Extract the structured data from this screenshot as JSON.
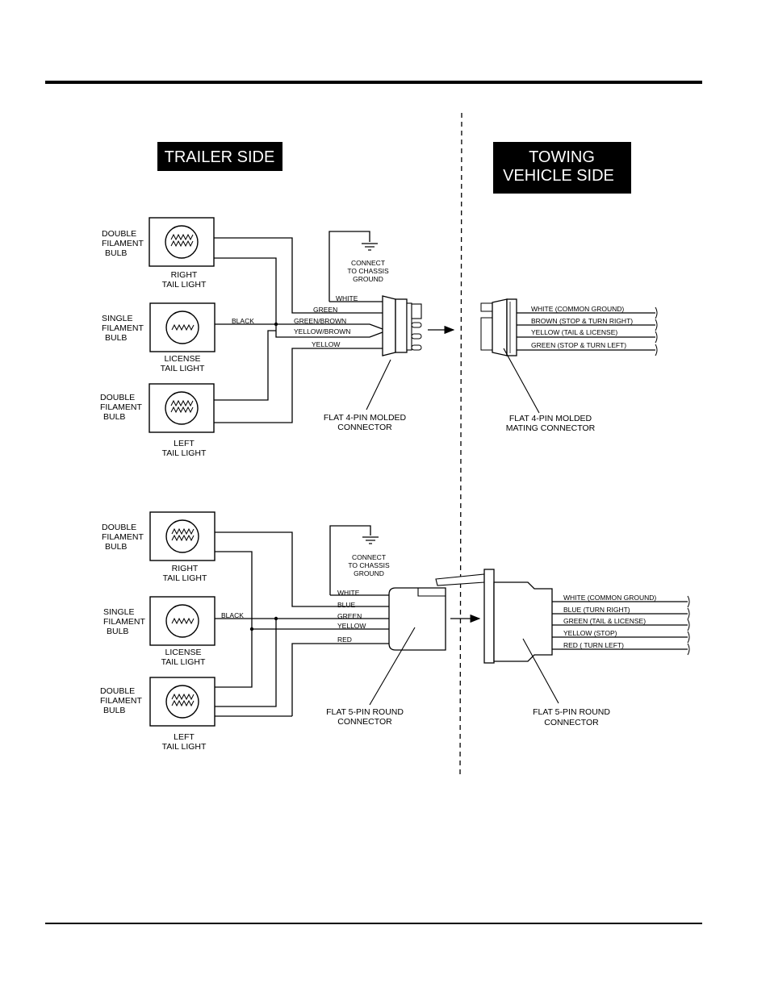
{
  "headers": {
    "trailer_side": "TRAILER SIDE",
    "towing_line1": "TOWING",
    "towing_line2": "VEHICLE SIDE"
  },
  "ground": {
    "line1": "CONNECT",
    "line2": "TO CHASSIS",
    "line3": "GROUND"
  },
  "lamps": {
    "double1": "DOUBLE",
    "double2": "FILAMENT",
    "double3": "BULB",
    "single1": "SINGLE",
    "single2": "FILAMENT",
    "single3": "BULB",
    "right1": "RIGHT",
    "right2": "TAIL LIGHT",
    "license1": "LICENSE",
    "license2": "TAIL LIGHT",
    "left1": "LEFT",
    "left2": "TAIL LIGHT"
  },
  "four_pin": {
    "wires": {
      "white": "WHITE",
      "green": "GREEN",
      "black": "BLACK",
      "green_brown": "GREEN/BROWN",
      "yellow_brown": "YELLOW/BROWN",
      "yellow": "YELLOW"
    },
    "connector_line1": "FLAT 4-PIN MOLDED",
    "connector_line2": "CONNECTOR",
    "vehicle_wires": [
      "WHITE (COMMON GROUND)",
      "BROWN (STOP & TURN RIGHT)",
      "YELLOW (TAIL & LICENSE)",
      "GREEN (STOP & TURN LEFT)"
    ],
    "mating_line1": "FLAT 4-PIN MOLDED",
    "mating_line2": "MATING CONNECTOR"
  },
  "five_pin": {
    "wires": {
      "white": "WHITE",
      "blue": "BLUE",
      "black": "BLACK",
      "green": "GREEN",
      "yellow": "YELLOW",
      "red": "RED"
    },
    "connector_line1": "FLAT 5-PIN ROUND",
    "connector_line2": "CONNECTOR",
    "vehicle_wires": [
      "WHITE (COMMON GROUND)",
      "BLUE (TURN RIGHT)",
      "GREEN (TAIL & LICENSE)",
      "YELLOW (STOP)",
      "RED ( TURN LEFT)"
    ],
    "vehicle_line1": "FLAT 5-PIN ROUND",
    "vehicle_line2": "CONNECTOR"
  }
}
